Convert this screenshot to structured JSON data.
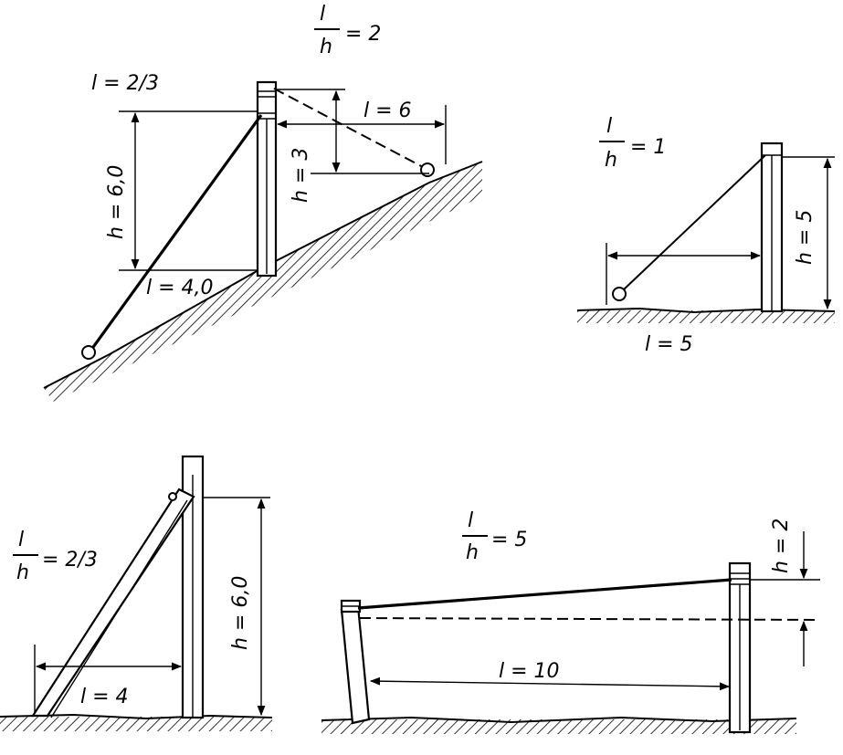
{
  "diagrams": {
    "slope": {
      "ratio": {
        "num": "l",
        "den": "h",
        "value": "= 2"
      },
      "ratio_left": "l = 2/3",
      "h_main": "h = 6,0",
      "l_main": "l = 4,0",
      "h_small": "h = 3",
      "l_small": "l = 6"
    },
    "flat": {
      "ratio": {
        "num": "l",
        "den": "h",
        "value": "= 1"
      },
      "h": "h = 5",
      "l": "l = 5"
    },
    "strut": {
      "ratio": {
        "num": "l",
        "den": "h",
        "value": "= 2/3"
      },
      "h": "h = 6,0",
      "l": "l = 4"
    },
    "span": {
      "ratio": {
        "num": "l",
        "den": "h",
        "value": "= 5"
      },
      "h": "h = 2",
      "l": "l = 10"
    }
  }
}
